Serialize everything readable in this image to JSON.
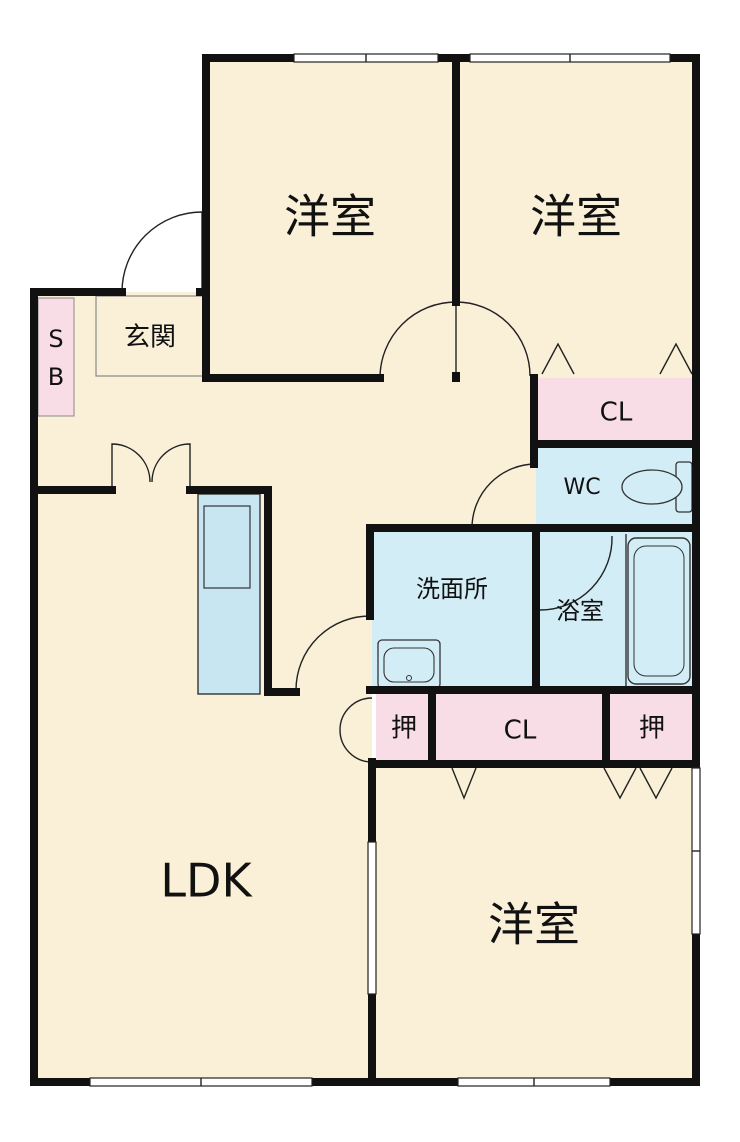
{
  "colors": {
    "floor": "#faf0d7",
    "wet": "#d3edf7",
    "storage": "#f9dde6",
    "wall": "#111111",
    "kitchen": "#c8e6f2"
  },
  "rooms": {
    "western_room_top_left": "洋室",
    "western_room_top_right": "洋室",
    "western_room_bottom": "洋室",
    "ldk": "LDK",
    "entrance": "玄関",
    "shoe_box_line1": "S",
    "shoe_box_line2": "B",
    "closet_top": "CL",
    "closet_middle": "CL",
    "toilet": "WC",
    "washroom": "洗面所",
    "bathroom": "浴室",
    "oshiire_left": "押",
    "oshiire_right": "押"
  }
}
